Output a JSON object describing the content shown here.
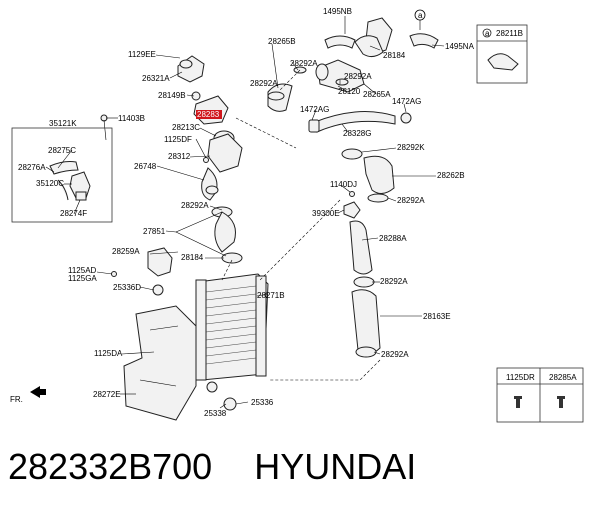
{
  "labels": {
    "l1495NB": "1495NB",
    "l28265B": "28265B",
    "l1129EE": "1129EE",
    "l28292A_a": "28292A",
    "l28292A_b": "28292A",
    "l28292A_c": "28292A",
    "l28184_top": "28184",
    "l1495NA": "1495NA",
    "l28211B": "28211B",
    "circle_a_box": "a",
    "circle_a_diag": "a",
    "l26321A": "26321A",
    "l28120": "28120",
    "l28265A": "28265A",
    "l28149B": "28149B",
    "l1472AG_a": "1472AG",
    "l1472AG_b": "1472AG",
    "l11403B": "11403B",
    "l28213C": "28213C",
    "l28328G": "28328G",
    "l35121K": "35121K",
    "l1125DF": "1125DF",
    "l28275C": "28275C",
    "l28312": "28312",
    "l28292K": "28292K",
    "l28276A": "28276A",
    "l26748": "26748",
    "l35120C": "35120C",
    "l28262B": "28262B",
    "l1140DJ": "1140DJ",
    "l28274F": "28274F",
    "l28292A_d": "28292A",
    "l28292A_e": "28292A",
    "l39300E": "39300E",
    "l27851": "27851",
    "l28288A": "28288A",
    "l28259A": "28259A",
    "l28184_mid": "28184",
    "l1125AD": "1125AD",
    "l1125GA": "1125GA",
    "l28292A_f": "28292A",
    "l25336D": "25336D",
    "l28271B": "28271B",
    "l28163E": "28163E",
    "l1125DA": "1125DA",
    "l28292A_g": "28292A",
    "l1125DR": "1125DR",
    "l28285A": "28285A",
    "l28272E": "28272E",
    "l25336": "25336",
    "l25338": "25338",
    "fr": "FR.",
    "highlight": "28283"
  },
  "caption": {
    "part_number": "282332B700",
    "brand": "HYUNDAI"
  }
}
